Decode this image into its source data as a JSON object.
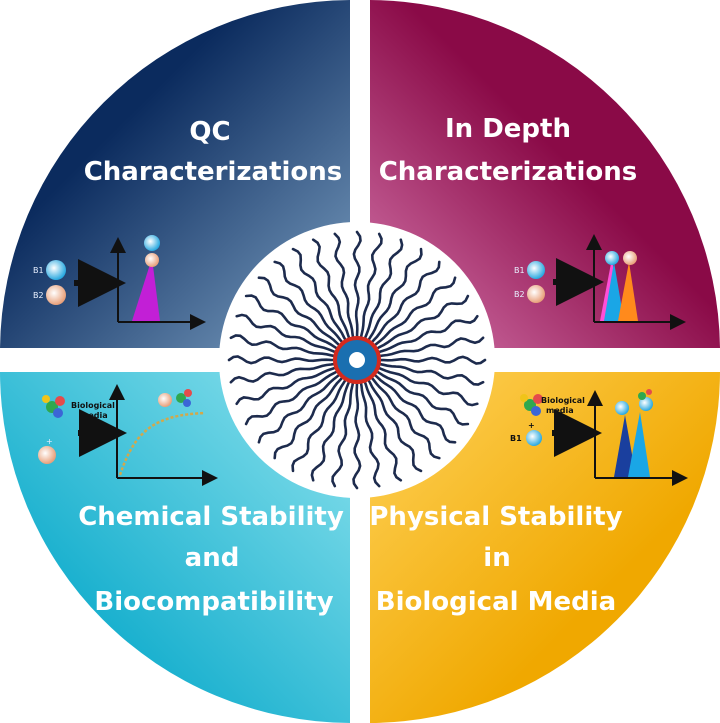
{
  "quadrants": {
    "top_left": {
      "title_line1": "QC",
      "title_line2": "Characterizations",
      "b1": "B1",
      "b2": "B2",
      "color_dark": "#0b2b5e",
      "color_light": "#7fa3c4",
      "peak_color": "#c21fd6"
    },
    "top_right": {
      "title_line1": "In Depth",
      "title_line2": "Characterizations",
      "b1": "B1",
      "b2": "B2",
      "color_dark": "#8a0a47",
      "color_light": "#d77bb0",
      "peak_colors": [
        "#ff4fd8",
        "#1aa6e6",
        "#ff8a1c"
      ]
    },
    "bottom_left": {
      "title_line1": "Chemical Stability",
      "title_line2": "and",
      "title_line3": "Biocompatibility",
      "media_label_1": "Biological",
      "media_label_2": "media",
      "plus": "+",
      "color_dark": "#1bb1cf",
      "color_light": "#8fe3ee",
      "curve_color": "#d3a84a"
    },
    "bottom_right": {
      "title_line1": "Physical Stability",
      "title_line2": "in",
      "title_line3": "Biological Media",
      "media_label_1": "Biological",
      "media_label_2": "media",
      "plus": "+",
      "b1": "B1",
      "color_dark": "#f0a800",
      "color_light": "#ffd35c",
      "peak_colors": [
        "#1a3f9e",
        "#1aa6e6"
      ]
    }
  },
  "center": {
    "fill": "#ffffff",
    "strand_color": "#1d2b4d",
    "core_ring_color": "#d42a1e",
    "core_color": "#1a6fb0"
  }
}
